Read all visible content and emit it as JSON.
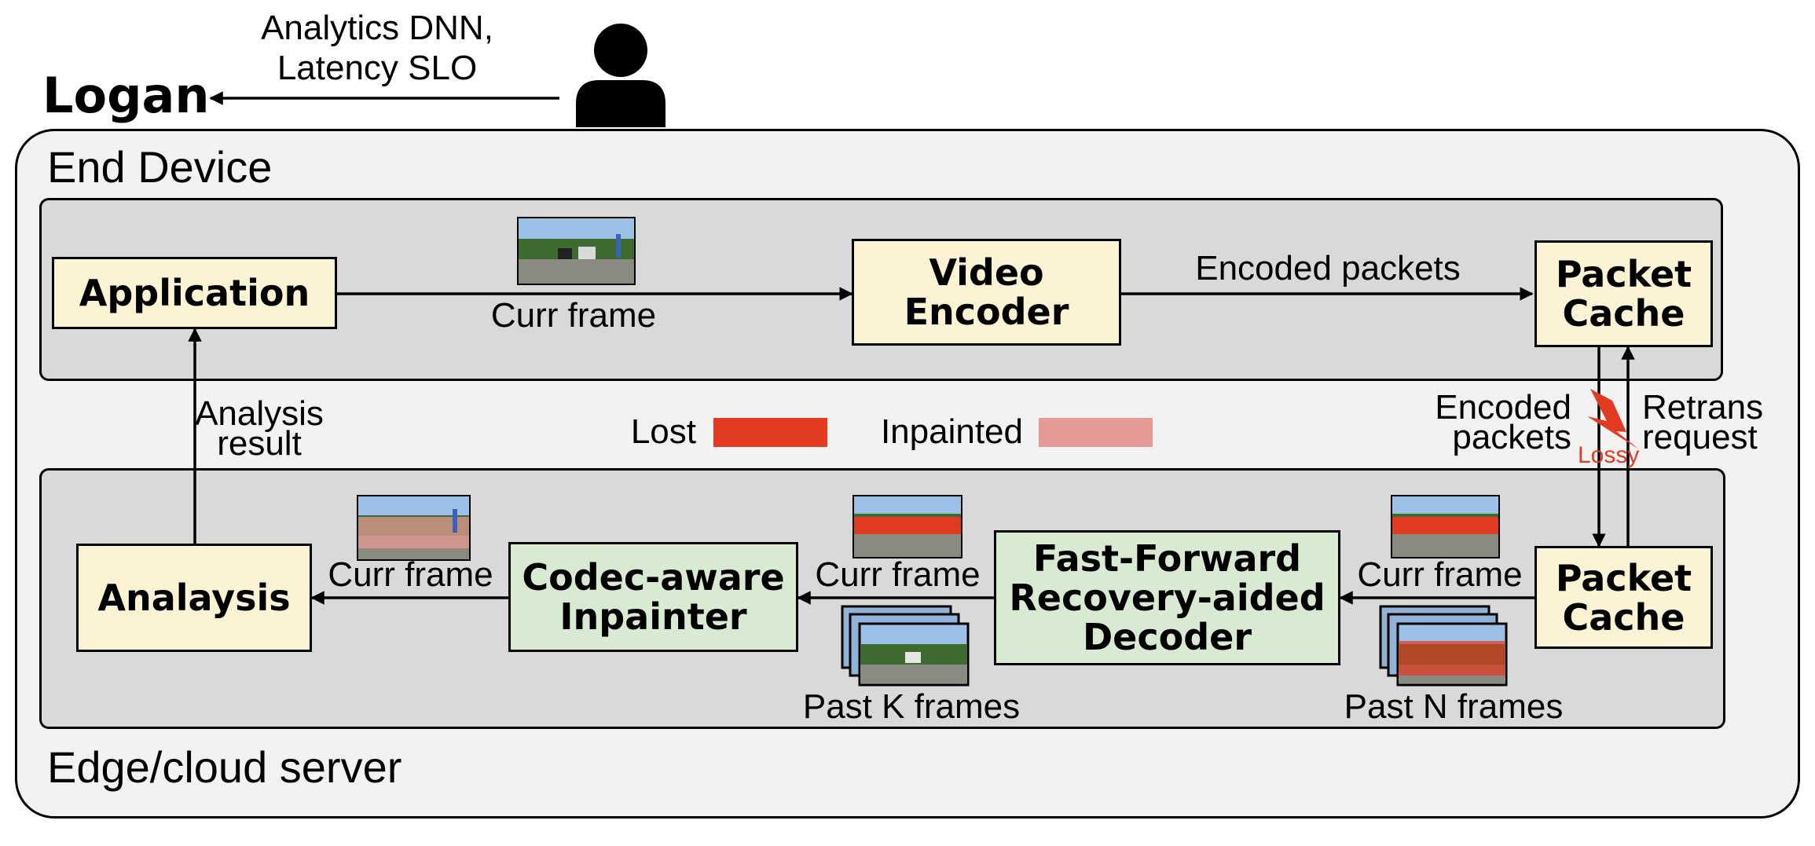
{
  "top": {
    "system_name": "Logan",
    "user_input_line1": "Analytics DNN,",
    "user_input_line2": "Latency SLO"
  },
  "end_device": {
    "title": "End Device",
    "application": "Application",
    "curr_frame": "Curr frame",
    "video_encoder_line1": "Video",
    "video_encoder_line2": "Encoder",
    "encoded_packets": "Encoded packets",
    "packet_cache_line1": "Packet",
    "packet_cache_line2": "Cache"
  },
  "middle": {
    "analysis_result_line1": "Analysis",
    "analysis_result_line2": "result",
    "legend_lost": "Lost",
    "legend_inpainted": "Inpainted",
    "encoded_packets_line1": "Encoded",
    "encoded_packets_line2": "packets",
    "lossy": "Lossy",
    "retrans_line1": "Retrans",
    "retrans_line2": "request"
  },
  "edge_server": {
    "title": "Edge/cloud server",
    "analysis_box": "Analaysis",
    "curr_frame_1": "Curr frame",
    "inpainter_line1": "Codec-aware",
    "inpainter_line2": "Inpainter",
    "curr_frame_2": "Curr frame",
    "past_k": "Past K frames",
    "decoder_line1": "Fast-Forward",
    "decoder_line2": "Recovery-aided",
    "decoder_line3": "Decoder",
    "curr_frame_3": "Curr frame",
    "past_n": "Past N frames",
    "packet_cache_line1": "Packet",
    "packet_cache_line2": "Cache"
  },
  "colors": {
    "lost": "#e23b22",
    "inpainted": "#e59a96",
    "box_yellow": "#fbf3d4",
    "box_green": "#d8ead1",
    "panel_gray": "#d9d9d9",
    "outer_gray": "#f2f2f2"
  },
  "icons": {
    "user": "person-icon",
    "loss": "lightning-bolt-icon"
  }
}
